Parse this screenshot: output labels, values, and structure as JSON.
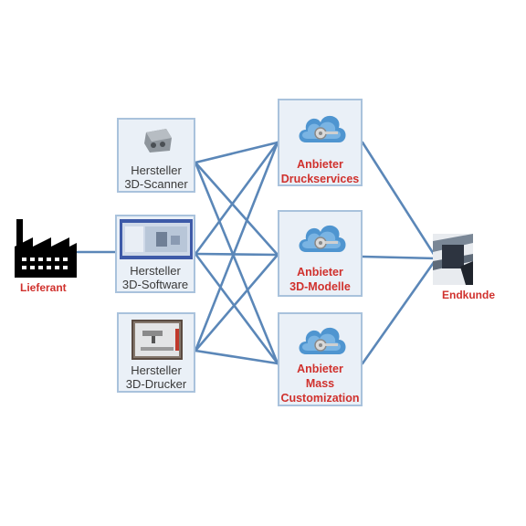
{
  "supplier": {
    "label": "Lieferant"
  },
  "manufacturers": [
    {
      "line1": "Hersteller",
      "line2": "3D-Scanner"
    },
    {
      "line1": "Hersteller",
      "line2": "3D-Software"
    },
    {
      "line1": "Hersteller",
      "line2": "3D-Drucker"
    }
  ],
  "providers": [
    {
      "line1": "Anbieter",
      "line2": "Druckservices"
    },
    {
      "line1": "Anbieter",
      "line2": "3D-Modelle"
    },
    {
      "line1": "Anbieter",
      "line2": "Mass",
      "line3": "Customization"
    }
  ],
  "end_customer": {
    "label": "Endkunde"
  },
  "colors": {
    "connector": "#5b87b8",
    "box_fill": "#eaf0f7",
    "box_border": "#a9c2dc",
    "accent_red": "#d0312d"
  }
}
